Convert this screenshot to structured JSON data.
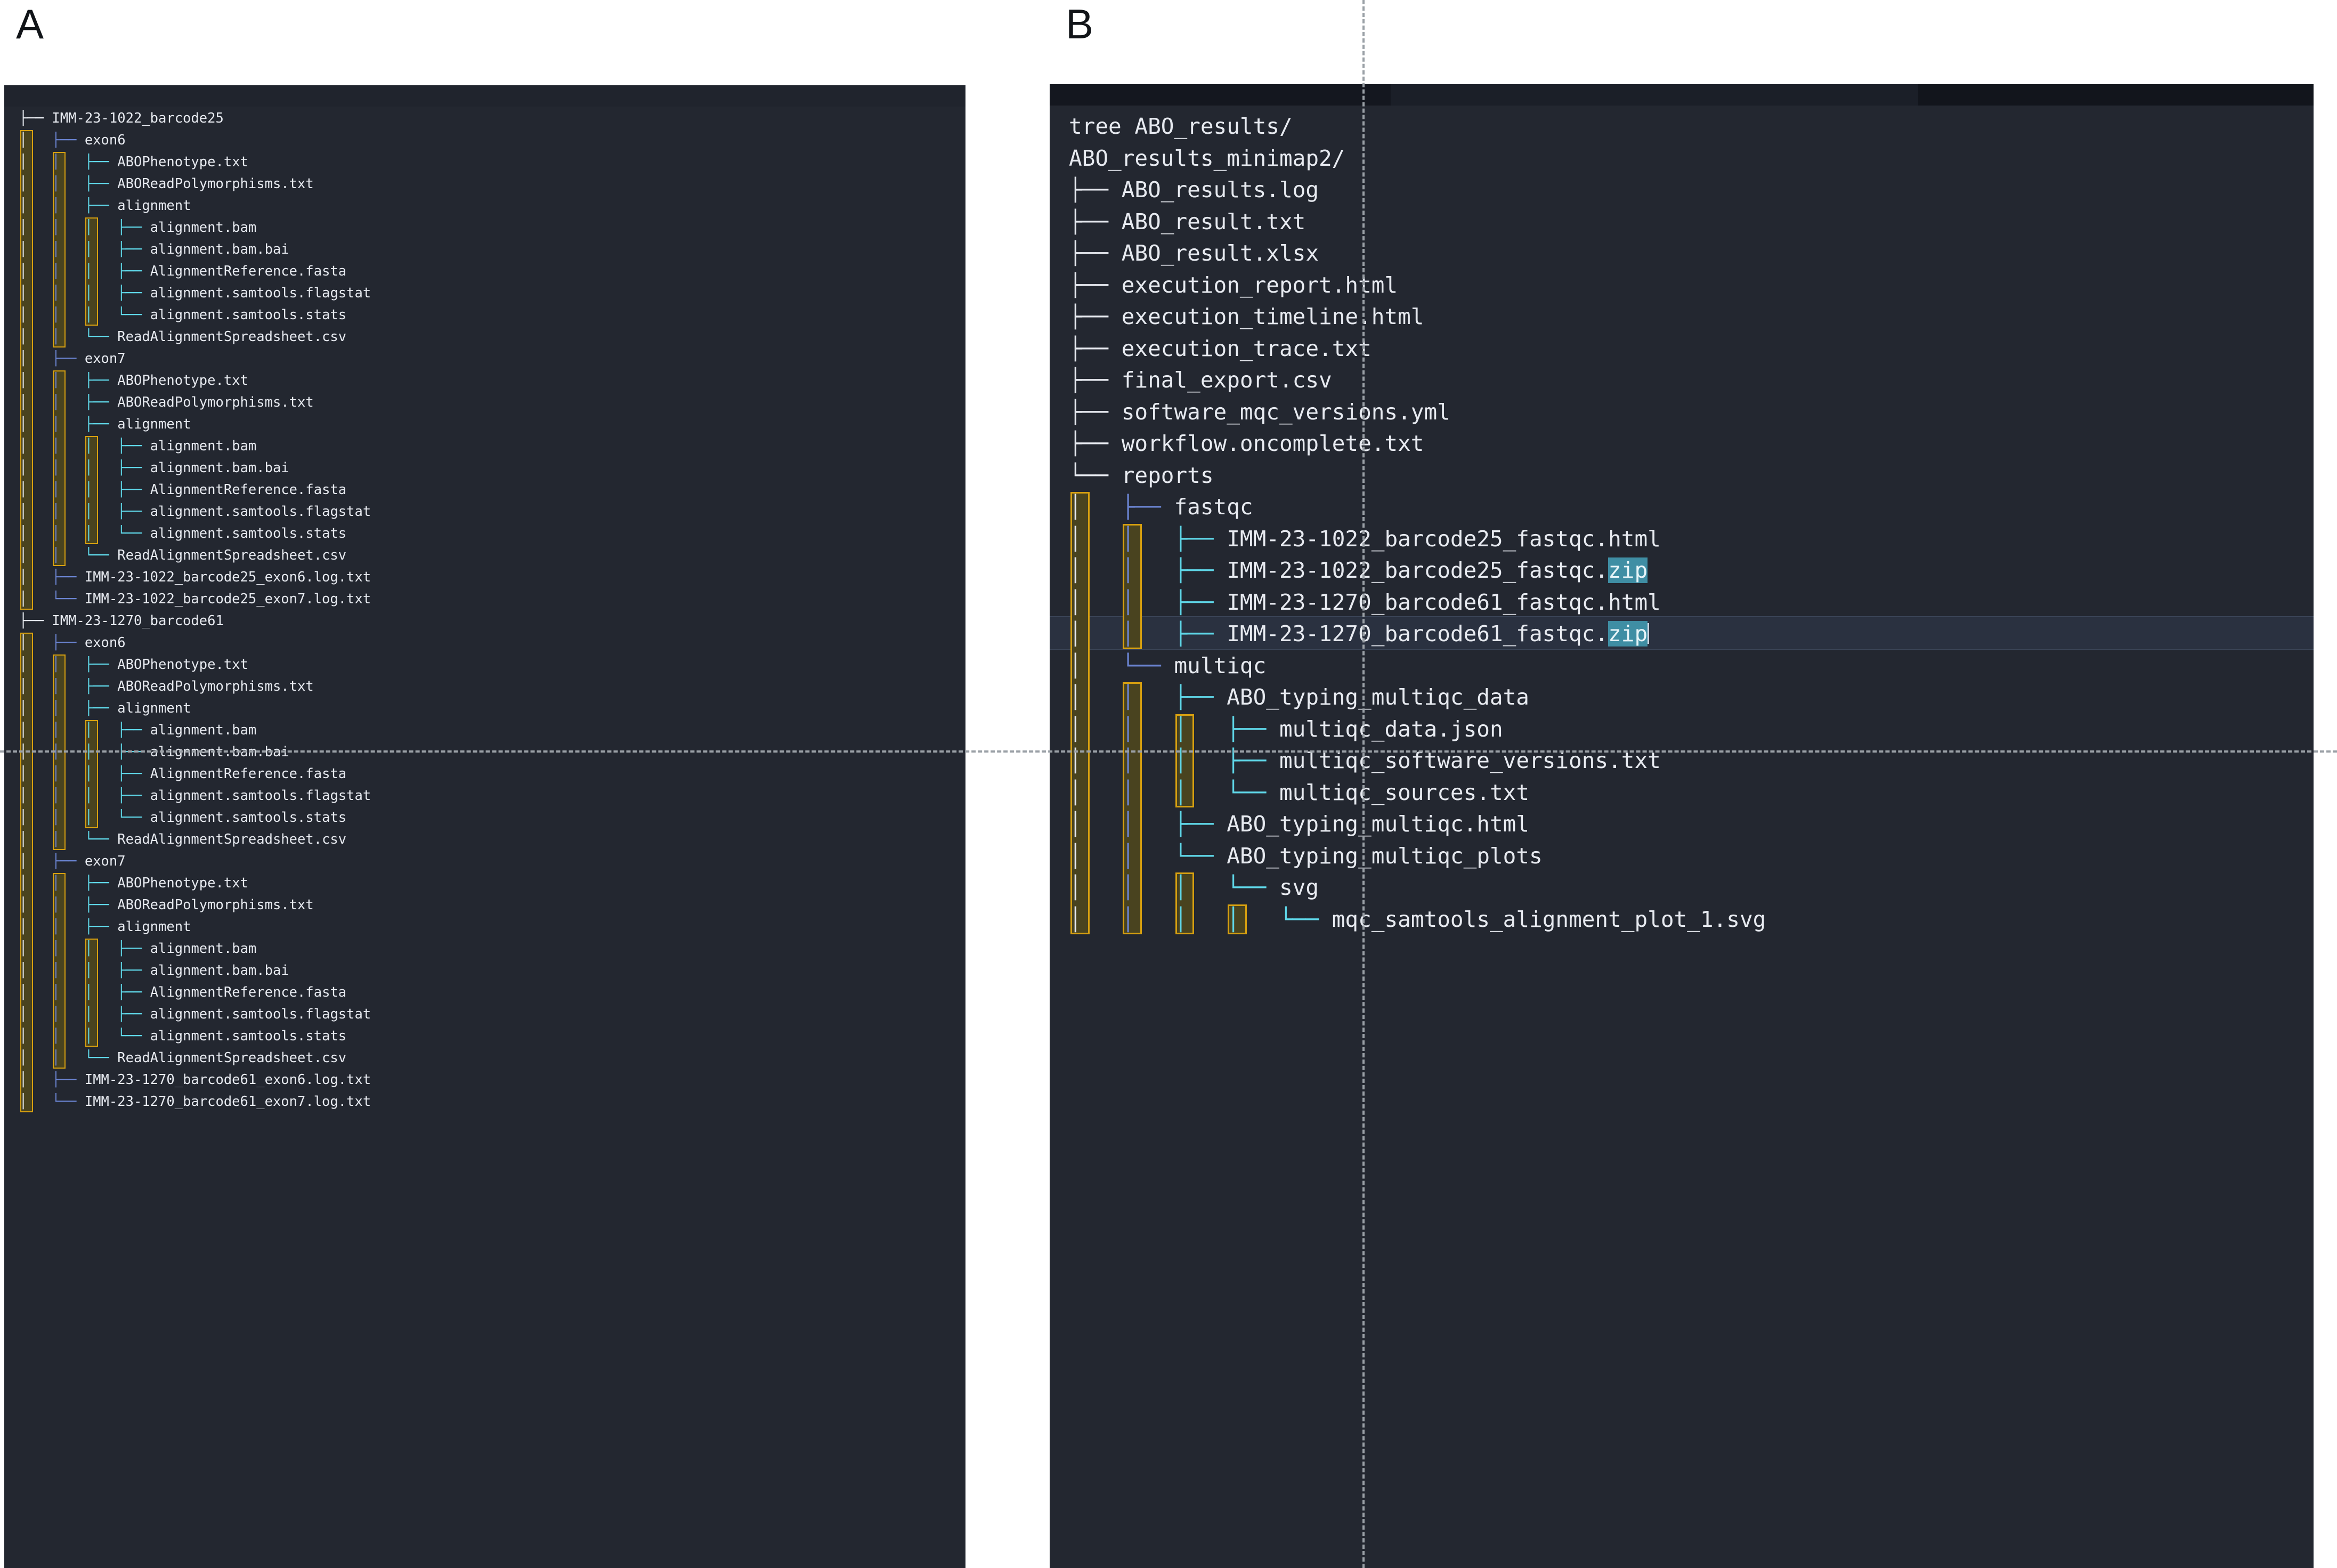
{
  "figure": {
    "panel_a_label": "A",
    "panel_b_label": "B"
  },
  "panel_a": {
    "name": "directory-tree-per-sample",
    "lines": [
      {
        "glyph": "├── ",
        "indent": 0,
        "text": "IMM-23-1022_barcode25"
      },
      {
        "glyph": "├── ",
        "indent": 1,
        "text": "exon6"
      },
      {
        "glyph": "├── ",
        "indent": 2,
        "text": "ABOPhenotype.txt"
      },
      {
        "glyph": "├── ",
        "indent": 2,
        "text": "ABOReadPolymorphisms.txt"
      },
      {
        "glyph": "├── ",
        "indent": 2,
        "text": "alignment"
      },
      {
        "glyph": "├── ",
        "indent": 3,
        "text": "alignment.bam"
      },
      {
        "glyph": "├── ",
        "indent": 3,
        "text": "alignment.bam.bai"
      },
      {
        "glyph": "├── ",
        "indent": 3,
        "text": "AlignmentReference.fasta"
      },
      {
        "glyph": "├── ",
        "indent": 3,
        "text": "alignment.samtools.flagstat"
      },
      {
        "glyph": "└── ",
        "indent": 3,
        "text": "alignment.samtools.stats"
      },
      {
        "glyph": "└── ",
        "indent": 2,
        "text": "ReadAlignmentSpreadsheet.csv"
      },
      {
        "glyph": "├── ",
        "indent": 1,
        "text": "exon7"
      },
      {
        "glyph": "├── ",
        "indent": 2,
        "text": "ABOPhenotype.txt"
      },
      {
        "glyph": "├── ",
        "indent": 2,
        "text": "ABOReadPolymorphisms.txt"
      },
      {
        "glyph": "├── ",
        "indent": 2,
        "text": "alignment"
      },
      {
        "glyph": "├── ",
        "indent": 3,
        "text": "alignment.bam"
      },
      {
        "glyph": "├── ",
        "indent": 3,
        "text": "alignment.bam.bai"
      },
      {
        "glyph": "├── ",
        "indent": 3,
        "text": "AlignmentReference.fasta"
      },
      {
        "glyph": "├── ",
        "indent": 3,
        "text": "alignment.samtools.flagstat"
      },
      {
        "glyph": "└── ",
        "indent": 3,
        "text": "alignment.samtools.stats"
      },
      {
        "glyph": "└── ",
        "indent": 2,
        "text": "ReadAlignmentSpreadsheet.csv"
      },
      {
        "glyph": "├── ",
        "indent": 1,
        "text": "IMM-23-1022_barcode25_exon6.log.txt"
      },
      {
        "glyph": "└── ",
        "indent": 1,
        "text": "IMM-23-1022_barcode25_exon7.log.txt"
      },
      {
        "glyph": "├── ",
        "indent": 0,
        "text": "IMM-23-1270_barcode61"
      },
      {
        "glyph": "├── ",
        "indent": 1,
        "text": "exon6"
      },
      {
        "glyph": "├── ",
        "indent": 2,
        "text": "ABOPhenotype.txt"
      },
      {
        "glyph": "├── ",
        "indent": 2,
        "text": "ABOReadPolymorphisms.txt"
      },
      {
        "glyph": "├── ",
        "indent": 2,
        "text": "alignment"
      },
      {
        "glyph": "├── ",
        "indent": 3,
        "text": "alignment.bam"
      },
      {
        "glyph": "├── ",
        "indent": 3,
        "text": "alignment.bam.bai"
      },
      {
        "glyph": "├── ",
        "indent": 3,
        "text": "AlignmentReference.fasta"
      },
      {
        "glyph": "├── ",
        "indent": 3,
        "text": "alignment.samtools.flagstat"
      },
      {
        "glyph": "└── ",
        "indent": 3,
        "text": "alignment.samtools.stats"
      },
      {
        "glyph": "└── ",
        "indent": 2,
        "text": "ReadAlignmentSpreadsheet.csv"
      },
      {
        "glyph": "├── ",
        "indent": 1,
        "text": "exon7"
      },
      {
        "glyph": "├── ",
        "indent": 2,
        "text": "ABOPhenotype.txt"
      },
      {
        "glyph": "├── ",
        "indent": 2,
        "text": "ABOReadPolymorphisms.txt"
      },
      {
        "glyph": "├── ",
        "indent": 2,
        "text": "alignment"
      },
      {
        "glyph": "├── ",
        "indent": 3,
        "text": "alignment.bam"
      },
      {
        "glyph": "├── ",
        "indent": 3,
        "text": "alignment.bam.bai"
      },
      {
        "glyph": "├── ",
        "indent": 3,
        "text": "AlignmentReference.fasta"
      },
      {
        "glyph": "├── ",
        "indent": 3,
        "text": "alignment.samtools.flagstat"
      },
      {
        "glyph": "└── ",
        "indent": 3,
        "text": "alignment.samtools.stats"
      },
      {
        "glyph": "└── ",
        "indent": 2,
        "text": "ReadAlignmentSpreadsheet.csv"
      },
      {
        "glyph": "├── ",
        "indent": 1,
        "text": "IMM-23-1270_barcode61_exon6.log.txt"
      },
      {
        "glyph": "└── ",
        "indent": 1,
        "text": "IMM-23-1270_barcode61_exon7.log.txt"
      }
    ]
  },
  "panel_b": {
    "name": "tree-command-output",
    "command": "tree ABO_results/",
    "root": "ABO_results_minimap2/",
    "lines": [
      {
        "glyph": "├── ",
        "indent": 0,
        "text": "ABO_results.log"
      },
      {
        "glyph": "├── ",
        "indent": 0,
        "text": "ABO_result.txt"
      },
      {
        "glyph": "├── ",
        "indent": 0,
        "text": "ABO_result.xlsx"
      },
      {
        "glyph": "├── ",
        "indent": 0,
        "text": "execution_report.html"
      },
      {
        "glyph": "├── ",
        "indent": 0,
        "text": "execution_timeline.html"
      },
      {
        "glyph": "├── ",
        "indent": 0,
        "text": "execution_trace.txt"
      },
      {
        "glyph": "├── ",
        "indent": 0,
        "text": "final_export.csv"
      },
      {
        "glyph": "├── ",
        "indent": 0,
        "text": "software_mqc_versions.yml"
      },
      {
        "glyph": "├── ",
        "indent": 0,
        "text": "workflow.oncomplete.txt"
      },
      {
        "glyph": "└── ",
        "indent": 0,
        "text": "reports"
      },
      {
        "glyph": "├── ",
        "indent": 1,
        "text": "fastqc"
      },
      {
        "glyph": "├── ",
        "indent": 2,
        "text": "IMM-23-1022_barcode25_fastqc.html"
      },
      {
        "glyph": "├── ",
        "indent": 2,
        "text": "IMM-23-1022_barcode25_fastqc.",
        "hl": "zip"
      },
      {
        "glyph": "├── ",
        "indent": 2,
        "text": "IMM-23-1270_barcode61_fastqc.html"
      },
      {
        "glyph": "├── ",
        "indent": 2,
        "text": "IMM-23-1270_barcode61_fastqc.",
        "hl": "zip",
        "selected": true,
        "caret": true
      },
      {
        "glyph": "└── ",
        "indent": 1,
        "text": "multiqc"
      },
      {
        "glyph": "├── ",
        "indent": 2,
        "text": "ABO_typing_multiqc_data"
      },
      {
        "glyph": "├── ",
        "indent": 3,
        "text": "multiqc_data.json"
      },
      {
        "glyph": "├── ",
        "indent": 3,
        "text": "multiqc_software_versions.txt"
      },
      {
        "glyph": "└── ",
        "indent": 3,
        "text": "multiqc_sources.txt"
      },
      {
        "glyph": "├── ",
        "indent": 2,
        "text": "ABO_typing_multiqc.html"
      },
      {
        "glyph": "└── ",
        "indent": 2,
        "text": "ABO_typing_multiqc_plots"
      },
      {
        "glyph": "└── ",
        "indent": 3,
        "text": "svg"
      },
      {
        "glyph": "└── ",
        "indent": 4,
        "text": "mqc_samtools_alignment_plot_1.svg"
      }
    ]
  },
  "colors": {
    "terminal_background": "#232730",
    "text": "#e7eaf0",
    "guide_border": "#d7a010",
    "guide_fill": "#49431f",
    "search_highlight": "#3f8ea4",
    "selected_row": "#2a3140"
  }
}
